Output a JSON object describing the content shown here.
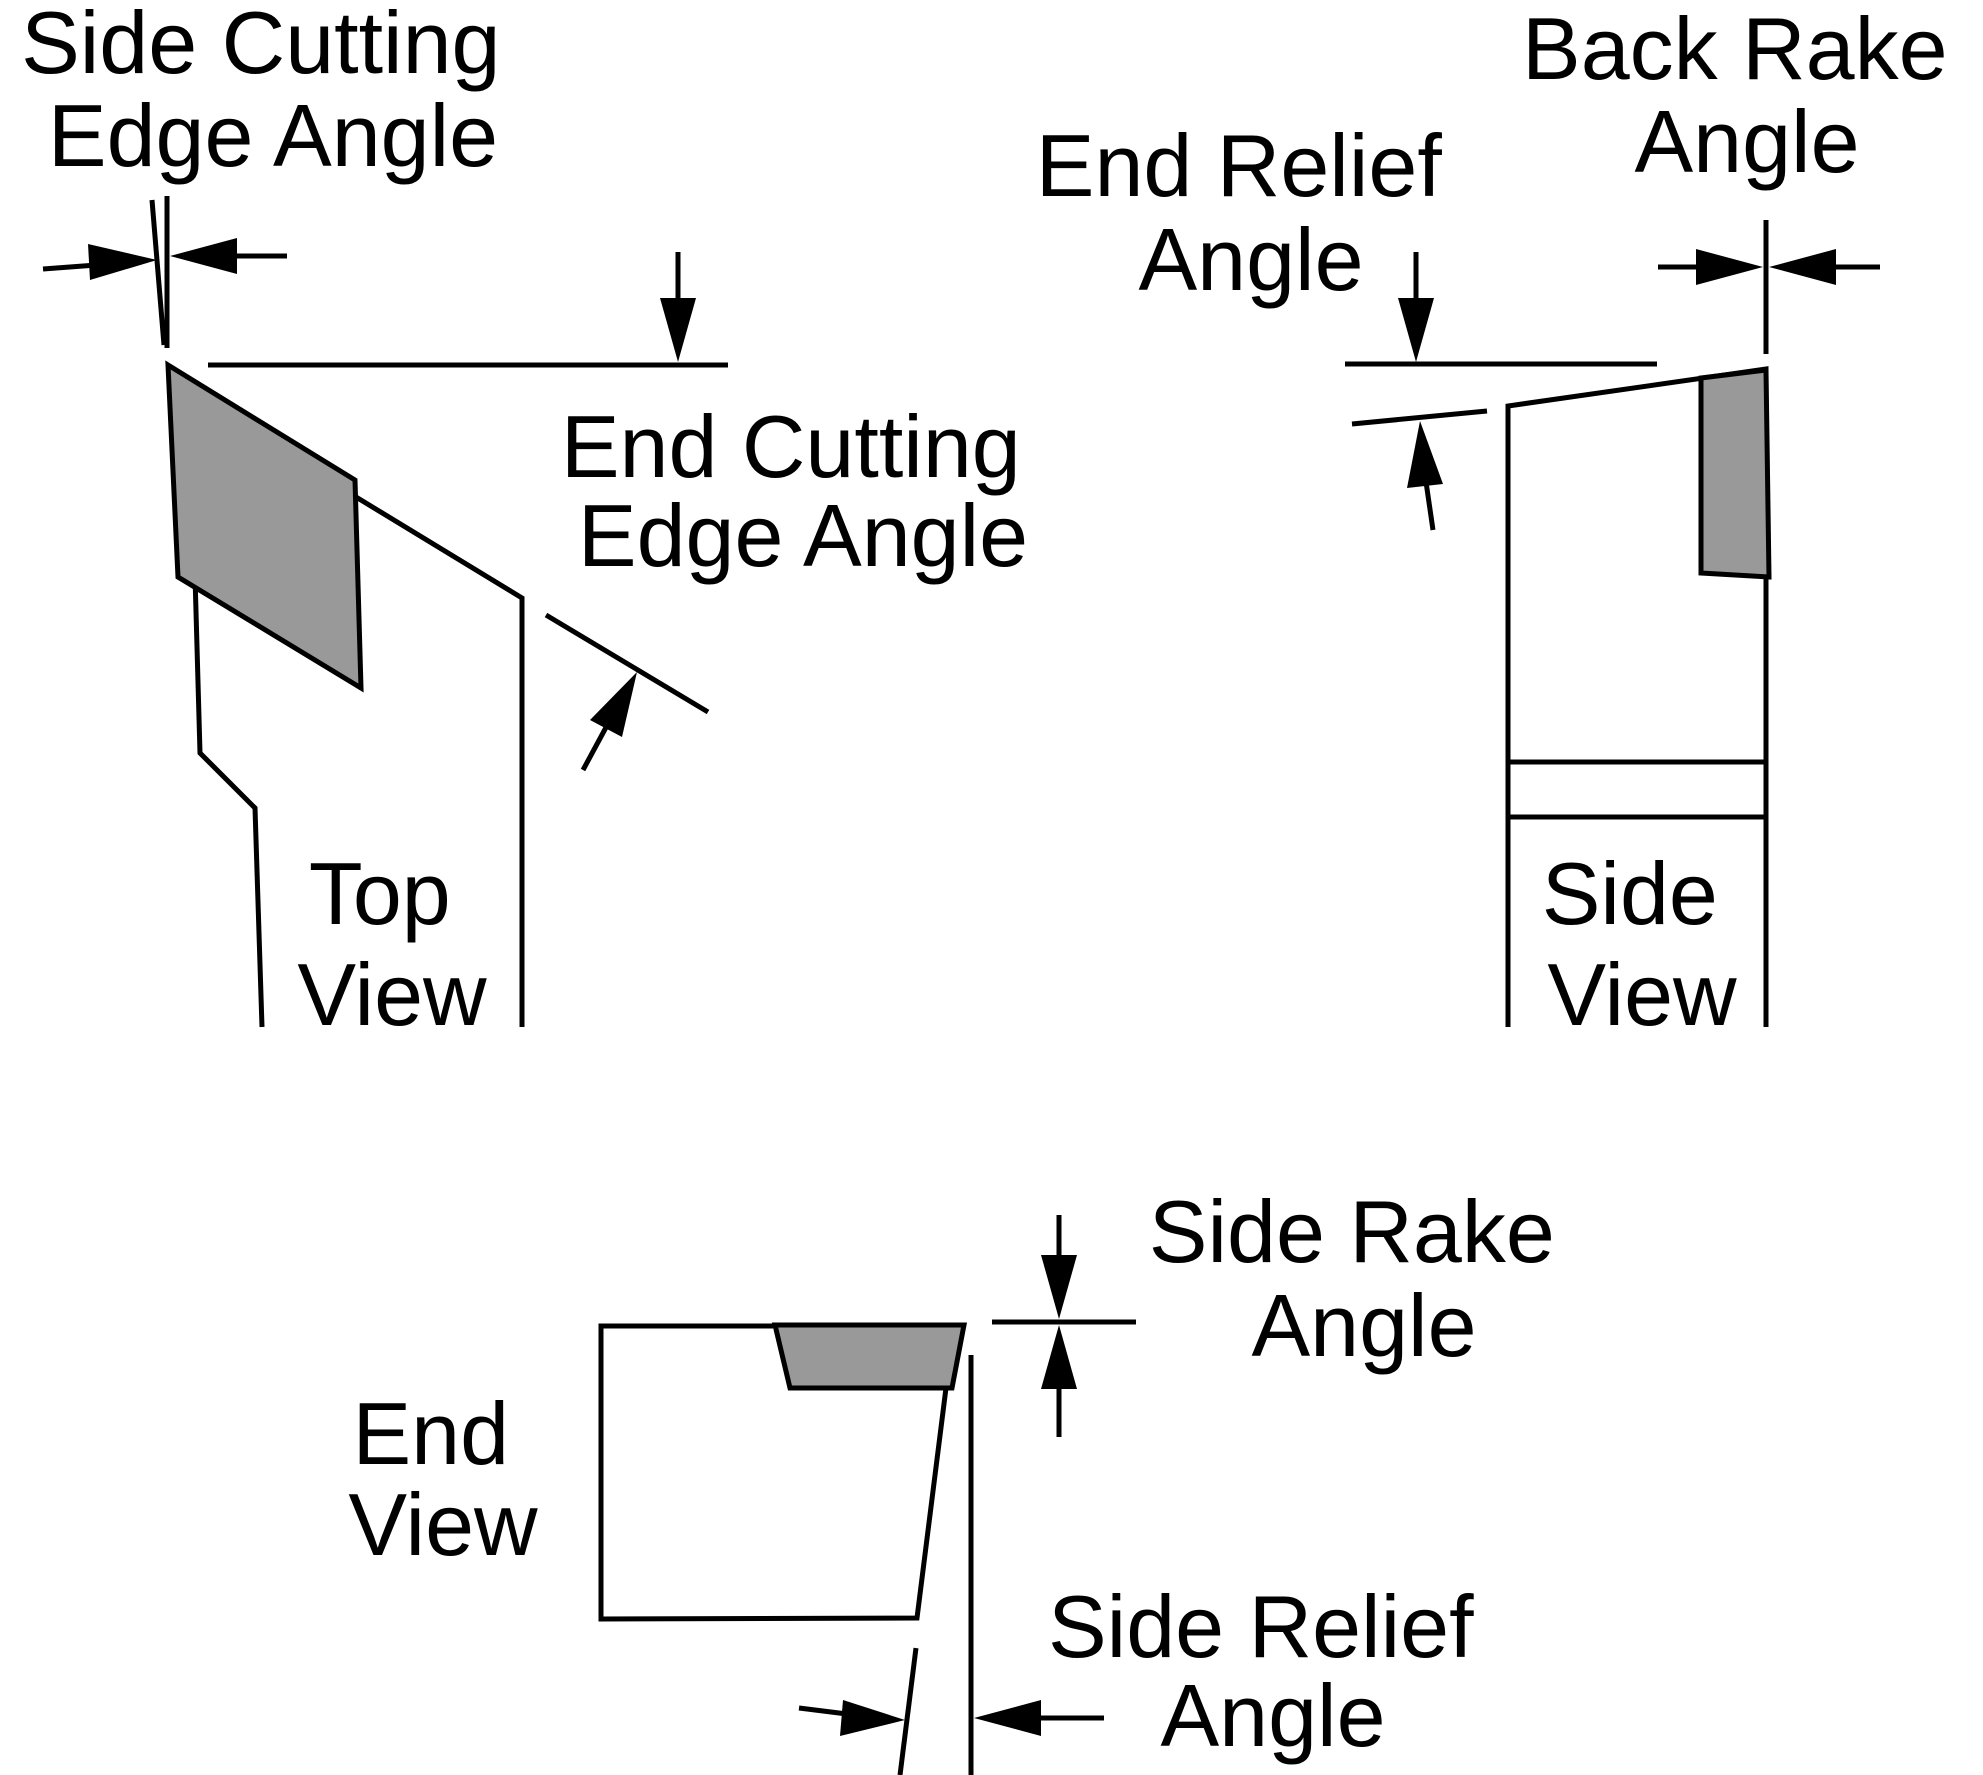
{
  "labels": {
    "side_cutting_edge_angle": [
      "Side Cutting",
      "Edge Angle"
    ],
    "end_cutting_edge_angle": [
      "End Cutting",
      "Edge Angle"
    ],
    "end_relief_angle": [
      "End Relief",
      "Angle"
    ],
    "back_rake_angle": [
      "Back Rake",
      "Angle"
    ],
    "side_rake_angle": [
      "Side Rake",
      "Angle"
    ],
    "side_relief_angle": [
      "Side Relief",
      "Angle"
    ],
    "top_view": [
      "Top",
      "View"
    ],
    "side_view": [
      "Side",
      "View"
    ],
    "end_view": [
      "End",
      "View"
    ]
  },
  "colors": {
    "line": "#000000",
    "insert_fill": "#999999",
    "background": "#ffffff"
  }
}
